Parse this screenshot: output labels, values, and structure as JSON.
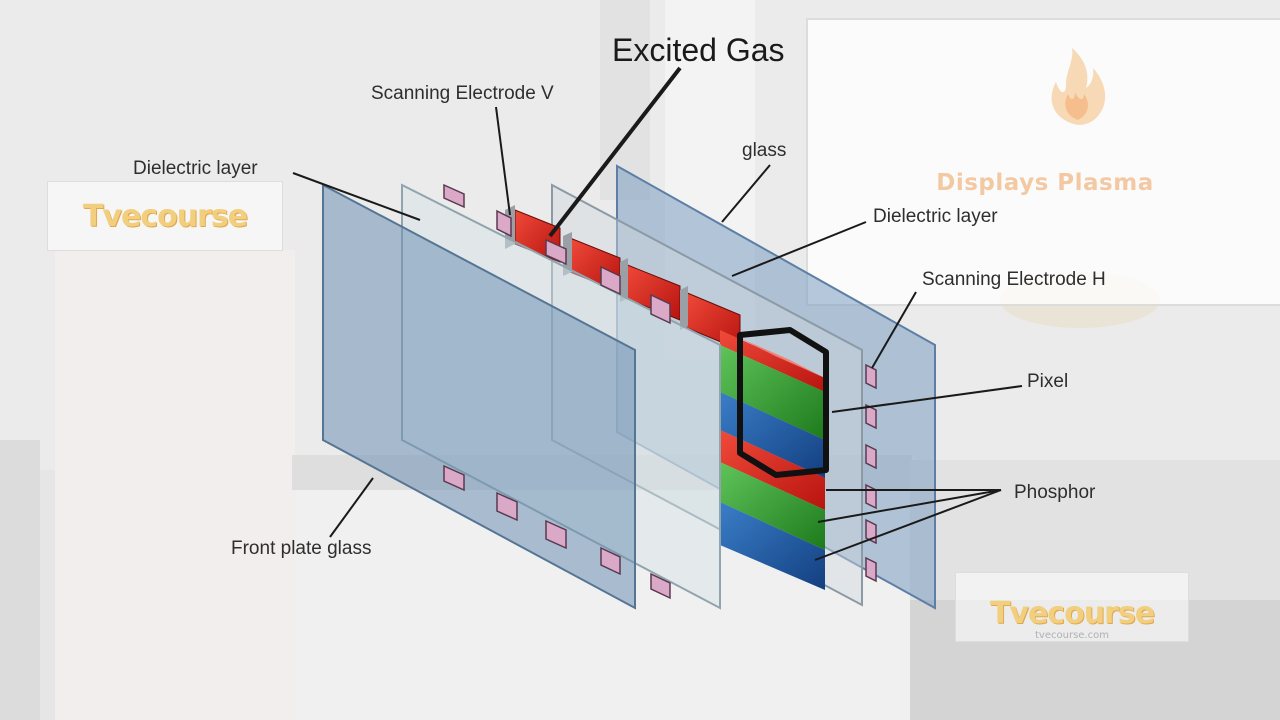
{
  "labels": {
    "excited_gas": "Excited Gas",
    "scanning_electrode_v": "Scanning Electrode V",
    "dielectric_layer_left": "Dielectric layer",
    "glass": "glass",
    "dielectric_layer_right": "Dielectric layer",
    "scanning_electrode_h": "Scanning Electrode H",
    "pixel": "Pixel",
    "phosphor": "Phosphor",
    "front_plate_glass": "Front plate glass"
  },
  "slide_panel": {
    "title": "Displays Plasma"
  },
  "watermark": {
    "logo_text": "Tvecourse",
    "url": "tvecourse.com"
  },
  "colors": {
    "phosphor_red": "#d8231f",
    "phosphor_green": "#2e9a2c",
    "phosphor_blue": "#1f5da8",
    "glass_blue": "#6c8fb0",
    "electrode_pink": "#d7a7c6",
    "pixel_outline": "#111111"
  },
  "icons": {
    "panel_logo": "fire-icon"
  }
}
